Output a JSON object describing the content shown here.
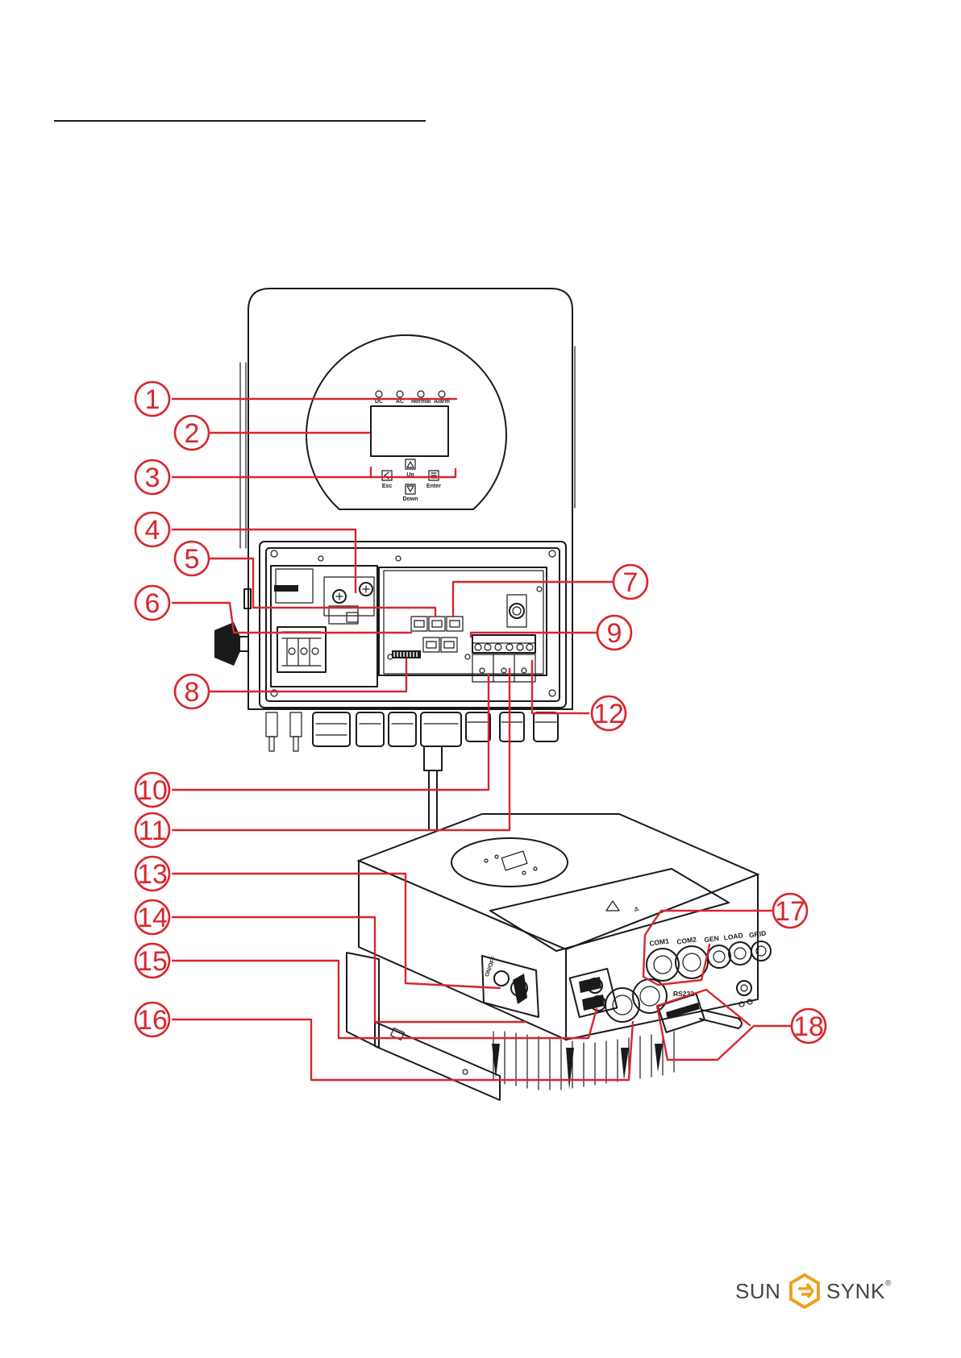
{
  "device_front": {
    "led_labels": [
      "DC",
      "AC",
      "Normal",
      "Alarm"
    ],
    "button_labels": [
      "Esc",
      "Up",
      "Down",
      "Enter"
    ]
  },
  "device_iso": {
    "port_labels": [
      "COM1",
      "COM2",
      "GEN",
      "LOAD",
      "GRID",
      "RS232"
    ],
    "switch_label": "ON/OFF"
  },
  "callouts": [
    {
      "number": "1"
    },
    {
      "number": "2"
    },
    {
      "number": "3"
    },
    {
      "number": "4"
    },
    {
      "number": "5"
    },
    {
      "number": "6"
    },
    {
      "number": "7"
    },
    {
      "number": "8"
    },
    {
      "number": "9"
    },
    {
      "number": "10"
    },
    {
      "number": "11"
    },
    {
      "number": "12"
    },
    {
      "number": "13"
    },
    {
      "number": "14"
    },
    {
      "number": "15"
    },
    {
      "number": "16"
    },
    {
      "number": "17"
    },
    {
      "number": "18"
    }
  ],
  "brand": {
    "left": "SUN",
    "right": "SYNK",
    "mark": "®",
    "accent_color": "#f0a01e",
    "text_color": "#444444",
    "icon": "sunsynk-hexagon-logo-icon"
  },
  "colors": {
    "callout": "#d8262e",
    "ink": "#1a1a1a"
  }
}
